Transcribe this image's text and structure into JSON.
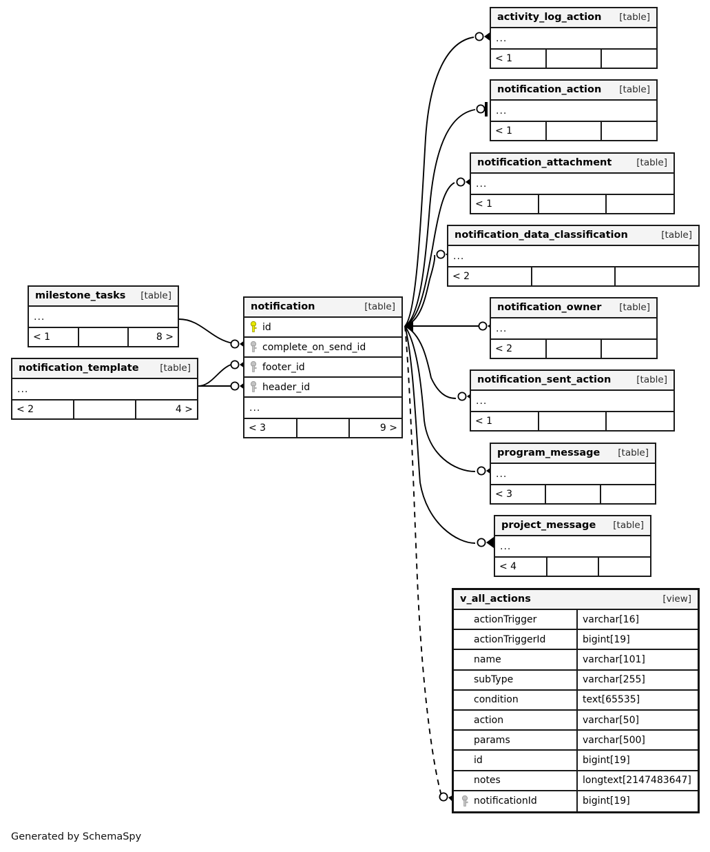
{
  "diagram": {
    "generator_note": "Generated by SchemaSpy",
    "kind_table": "[table]",
    "kind_view": "[view]",
    "ellipsis": "...",
    "colors": {
      "primary_key": "#e8e800",
      "foreign_key": "#bfbfbf",
      "border": "#1a1a1a",
      "header_bg": "#f4f4f4",
      "background": "#ffffff"
    }
  },
  "entities": {
    "activity_log_action": {
      "name": "activity_log_action",
      "kind": "[table]",
      "ellipsis": "...",
      "footer": {
        "left": "< 1",
        "mid": "",
        "right": ""
      }
    },
    "notification_action": {
      "name": "notification_action",
      "kind": "[table]",
      "ellipsis": "...",
      "footer": {
        "left": "< 1",
        "mid": "",
        "right": ""
      }
    },
    "notification_attachment": {
      "name": "notification_attachment",
      "kind": "[table]",
      "ellipsis": "...",
      "footer": {
        "left": "< 1",
        "mid": "",
        "right": ""
      }
    },
    "notification_data_classification": {
      "name": "notification_data_classification",
      "kind": "[table]",
      "ellipsis": "...",
      "footer": {
        "left": "< 2",
        "mid": "",
        "right": ""
      }
    },
    "notification_owner": {
      "name": "notification_owner",
      "kind": "[table]",
      "ellipsis": "...",
      "footer": {
        "left": "< 2",
        "mid": "",
        "right": ""
      }
    },
    "notification_sent_action": {
      "name": "notification_sent_action",
      "kind": "[table]",
      "ellipsis": "...",
      "footer": {
        "left": "< 1",
        "mid": "",
        "right": ""
      }
    },
    "program_message": {
      "name": "program_message",
      "kind": "[table]",
      "ellipsis": "...",
      "footer": {
        "left": "< 3",
        "mid": "",
        "right": ""
      }
    },
    "project_message": {
      "name": "project_message",
      "kind": "[table]",
      "ellipsis": "...",
      "footer": {
        "left": "< 4",
        "mid": "",
        "right": ""
      }
    },
    "milestone_tasks": {
      "name": "milestone_tasks",
      "kind": "[table]",
      "ellipsis": "...",
      "footer": {
        "left": "< 1",
        "mid": "",
        "right": "8 >"
      }
    },
    "notification_template": {
      "name": "notification_template",
      "kind": "[table]",
      "ellipsis": "...",
      "footer": {
        "left": "< 2",
        "mid": "",
        "right": "4 >"
      }
    },
    "notification": {
      "name": "notification",
      "kind": "[table]",
      "ellipsis": "...",
      "columns": [
        {
          "label": "id",
          "key": "primary"
        },
        {
          "label": "complete_on_send_id",
          "key": "foreign"
        },
        {
          "label": "footer_id",
          "key": "foreign"
        },
        {
          "label": "header_id",
          "key": "foreign"
        }
      ],
      "footer": {
        "left": "< 3",
        "mid": "",
        "right": "9 >"
      }
    },
    "v_all_actions": {
      "name": "v_all_actions",
      "kind": "[view]",
      "columns": [
        {
          "label": "actionTrigger",
          "type": "varchar[16]",
          "key": "none"
        },
        {
          "label": "actionTriggerId",
          "type": "bigint[19]",
          "key": "none"
        },
        {
          "label": "name",
          "type": "varchar[101]",
          "key": "none"
        },
        {
          "label": "subType",
          "type": "varchar[255]",
          "key": "none"
        },
        {
          "label": "condition",
          "type": "text[65535]",
          "key": "none"
        },
        {
          "label": "action",
          "type": "varchar[50]",
          "key": "none"
        },
        {
          "label": "params",
          "type": "varchar[500]",
          "key": "none"
        },
        {
          "label": "id",
          "type": "bigint[19]",
          "key": "none"
        },
        {
          "label": "notes",
          "type": "longtext[2147483647]",
          "key": "none"
        },
        {
          "label": "notificationId",
          "type": "bigint[19]",
          "key": "foreign"
        }
      ]
    }
  }
}
